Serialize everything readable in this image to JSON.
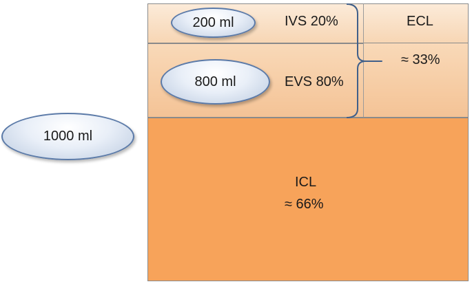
{
  "volumes": {
    "total": "1000 ml",
    "ivs": "200 ml",
    "evs": "800 ml"
  },
  "compartments": {
    "ivs_label": "IVS 20%",
    "evs_label": "EVS 80%",
    "ecl_label": "ECL",
    "ecl_percent": "≈ 33%",
    "icl_label": "ICL",
    "icl_percent": "≈ 66%"
  },
  "colors": {
    "ecl_light": "#fcebd9",
    "ecl_mid": "#f4c396",
    "icl": "#f7a35a",
    "ellipse_border": "#5b7aa8",
    "bracket": "#3f5f8a"
  }
}
